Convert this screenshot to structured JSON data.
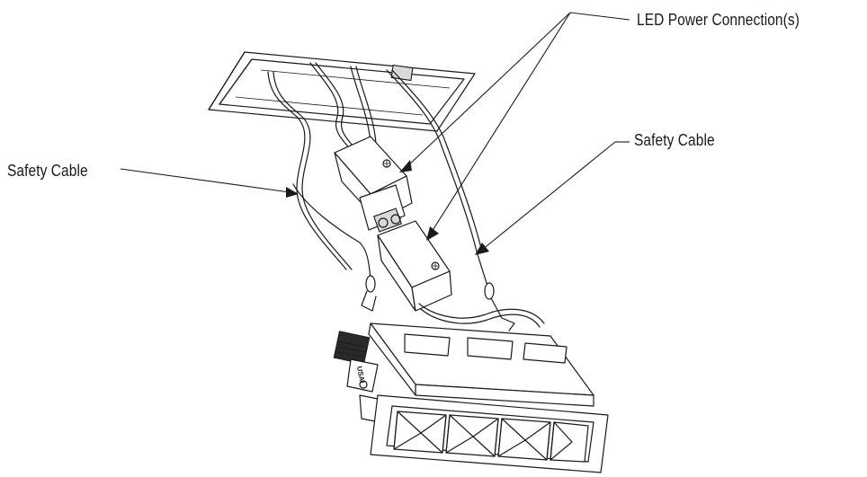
{
  "labels": {
    "led_power_connection": "LED Power Connection(s)",
    "safety_cable_left": "Safety Cable",
    "safety_cable_right": "Safety Cable"
  },
  "product_marking": "USAI",
  "colors": {
    "line": "#1a1a1a",
    "background": "#ffffff",
    "shade": "#d9d9d9"
  }
}
